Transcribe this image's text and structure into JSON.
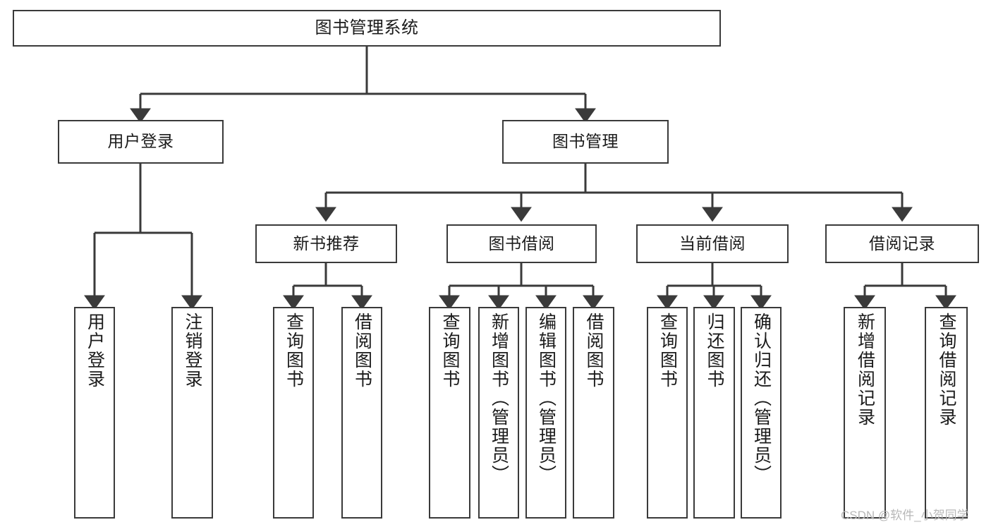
{
  "diagram": {
    "title": "图书管理系统",
    "type": "tree-hierarchy-chart",
    "watermark": "CSDN @软件_小贺同学",
    "colors": {
      "box_border": "#3a3a3a",
      "box_fill": "#ffffff",
      "connector": "#3a3a3a",
      "text": "#1b1b1b",
      "watermark": "#b8b8b8"
    },
    "nodes": {
      "root": {
        "label": "图书管理系统"
      },
      "level2": [
        {
          "id": "user-login",
          "label": "用户登录"
        },
        {
          "id": "book-management",
          "label": "图书管理"
        }
      ],
      "level3": [
        {
          "id": "new-book-recommend",
          "label": "新书推荐"
        },
        {
          "id": "book-borrow",
          "label": "图书借阅"
        },
        {
          "id": "current-borrow",
          "label": "当前借阅"
        },
        {
          "id": "borrow-record",
          "label": "借阅记录"
        }
      ],
      "leaves": {
        "user_login": [
          {
            "id": "leaf-user-login",
            "label": "用户登录"
          },
          {
            "id": "leaf-logout-login",
            "label": "注销登录"
          }
        ],
        "new_book_recommend": [
          {
            "id": "leaf-query-book-1",
            "label": "查询图书"
          },
          {
            "id": "leaf-borrow-book-1",
            "label": "借阅图书"
          }
        ],
        "book_borrow": [
          {
            "id": "leaf-query-book-2",
            "label": "查询图书"
          },
          {
            "id": "leaf-add-book",
            "label": "新增图书（管理员）"
          },
          {
            "id": "leaf-edit-book",
            "label": "编辑图书（管理员）"
          },
          {
            "id": "leaf-borrow-book-2",
            "label": "借阅图书"
          }
        ],
        "current_borrow": [
          {
            "id": "leaf-query-book-3",
            "label": "查询图书"
          },
          {
            "id": "leaf-return-book",
            "label": "归还图书"
          },
          {
            "id": "leaf-confirm-return",
            "label": "确认归还（管理员）"
          }
        ],
        "borrow_record": [
          {
            "id": "leaf-add-borrow-record",
            "label": "新增借阅记录"
          },
          {
            "id": "leaf-query-borrow-record",
            "label": "查询借阅记录"
          }
        ]
      }
    }
  }
}
